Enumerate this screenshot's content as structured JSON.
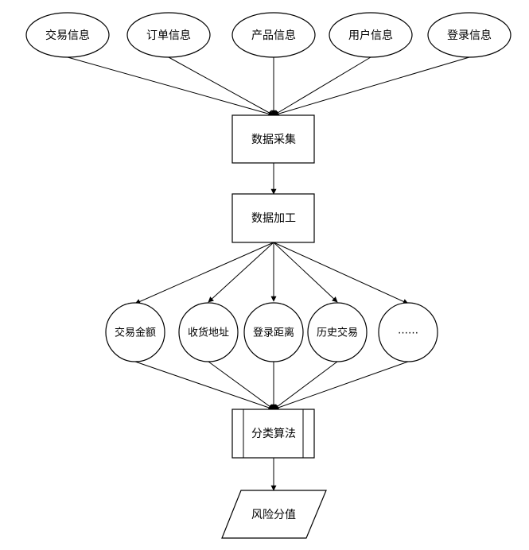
{
  "diagram": {
    "sources": [
      "交易信息",
      "订单信息",
      "产品信息",
      "用户信息",
      "登录信息"
    ],
    "collect": "数据采集",
    "process": "数据加工",
    "features": [
      "交易金额",
      "收货地址",
      "登录距离",
      "历史交易",
      "……"
    ],
    "algorithm": "分类算法",
    "output": "风险分值"
  }
}
